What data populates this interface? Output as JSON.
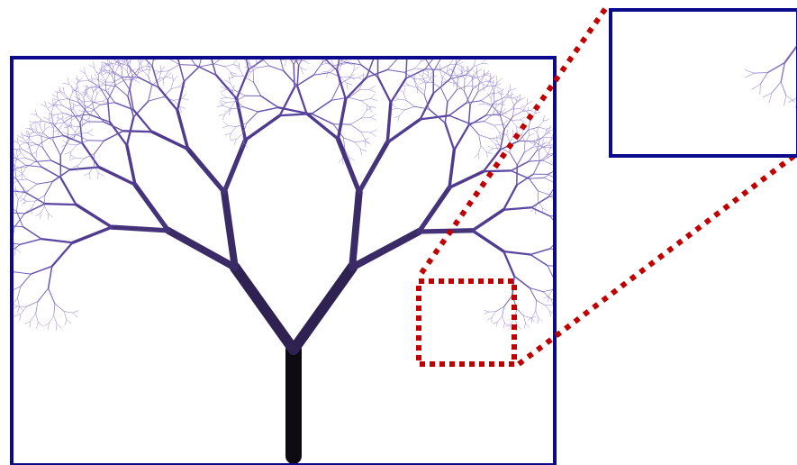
{
  "figure": {
    "subject": "fractal tree",
    "main_panel": {
      "border_color": "#0a0a8a",
      "background": "#ffffff"
    },
    "zoom_inset": {
      "border_color": "#0a0a8a",
      "background": "#ffffff"
    },
    "highlight_box": {
      "color": "#c00000",
      "style": "dotted"
    },
    "connector_lines": {
      "color": "#c00000",
      "style": "dotted"
    },
    "palette": {
      "trunk": "#0d0a12",
      "branch_dark": "#24193f",
      "branch_mid": "#5a44a0",
      "tips": "#9d8ad8"
    }
  }
}
